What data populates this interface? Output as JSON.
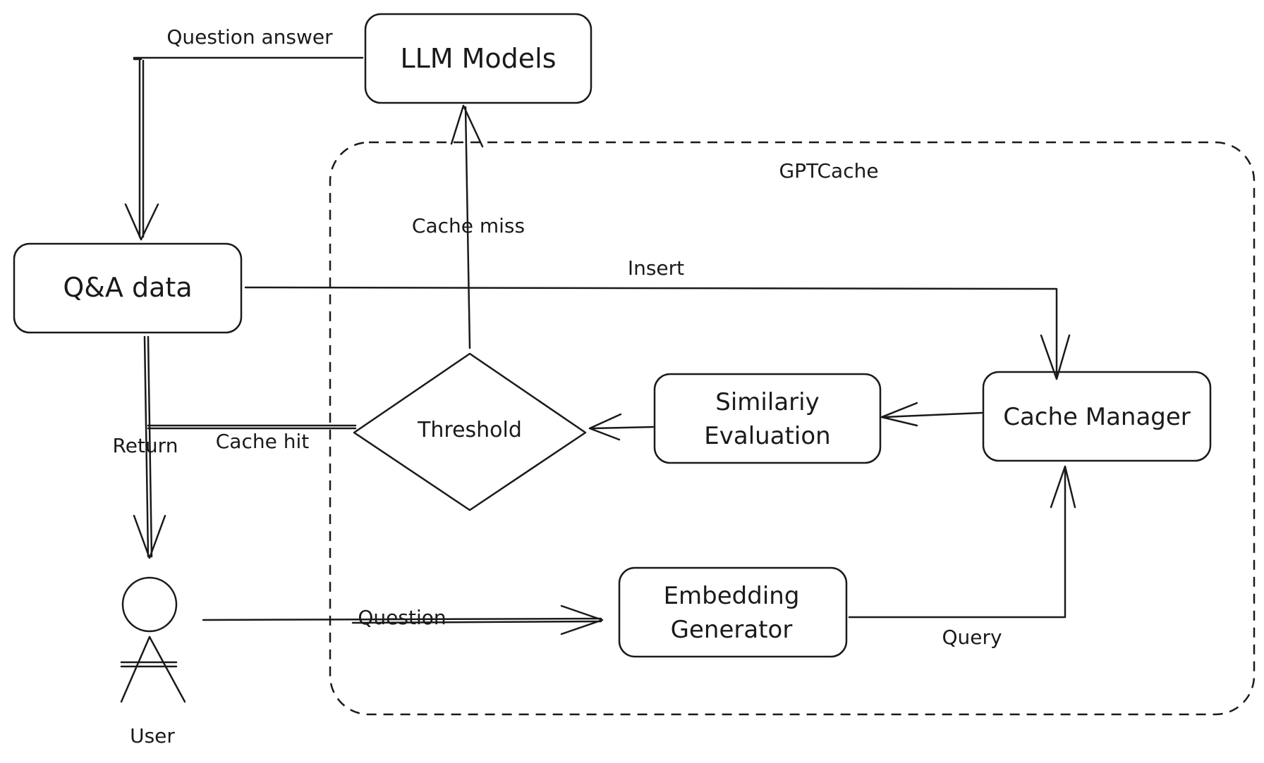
{
  "group": {
    "label": "GPTCache"
  },
  "nodes": {
    "llm": {
      "label": "LLM Models"
    },
    "qa": {
      "label": "Q&A data"
    },
    "threshold": {
      "label": "Threshold"
    },
    "similarity": {
      "line1": "Similariy",
      "line2": "Evaluation"
    },
    "cache_manager": {
      "label": "Cache Manager"
    },
    "embedding": {
      "line1": "Embedding",
      "line2": "Generator"
    },
    "user": {
      "label": "User"
    }
  },
  "edges": {
    "question_answer": "Question answer",
    "cache_miss": "Cache miss",
    "insert": "Insert",
    "return": "Return",
    "cache_hit": "Cache hit",
    "question": "Question",
    "query": "Query"
  }
}
